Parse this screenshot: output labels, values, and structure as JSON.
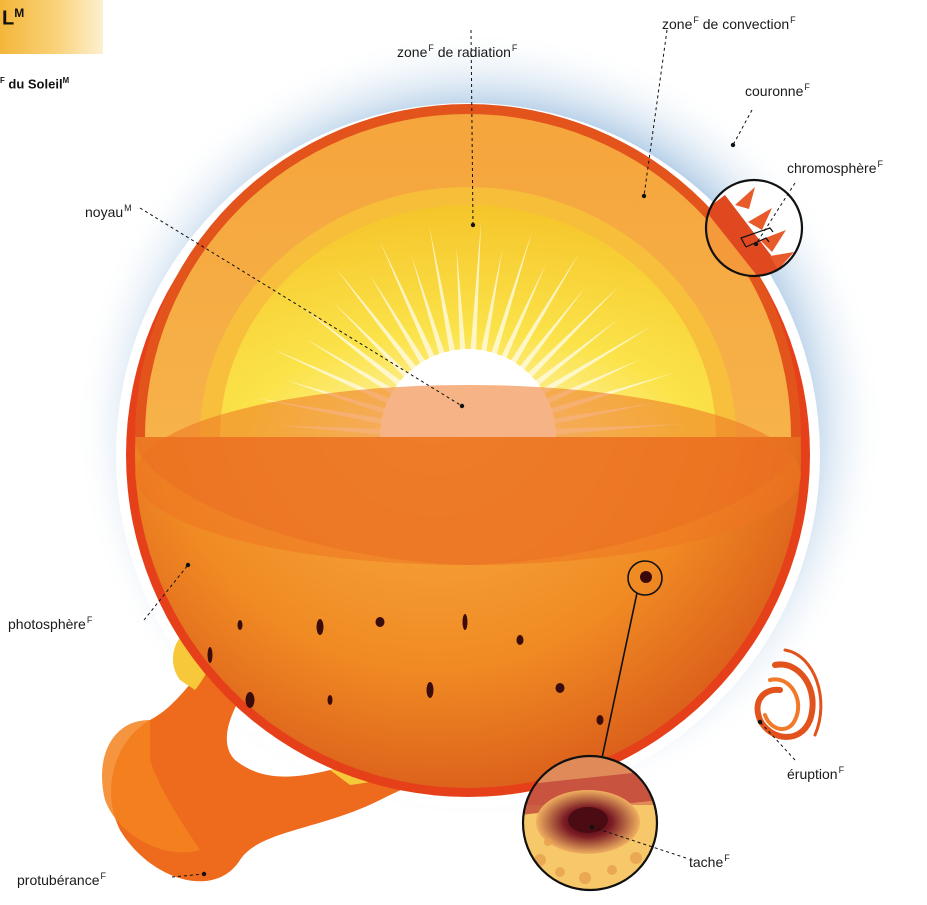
{
  "header": {
    "title": "L",
    "title_gender": "M"
  },
  "subtitle": {
    "prefix": "F",
    "text": "du Soleil",
    "gender": "M"
  },
  "colors": {
    "corona": "#9cbfe0",
    "surface": "#f07e1c",
    "core": "#ffffff",
    "radiation_zone": "#f6d12e",
    "convection_zone": "#f6a43a",
    "chromosphere": "#e2401c",
    "sunspot": "#5a1010",
    "prominence": "#ef6a1a"
  },
  "labels": {
    "radiation_zone": {
      "text": "zone",
      "gender": "F",
      "suffix": "de radiation",
      "suffix_gender": "F"
    },
    "convection_zone": {
      "text": "zone",
      "gender": "F",
      "suffix": "de convection",
      "suffix_gender": "F"
    },
    "corona": {
      "text": "couronne",
      "gender": "F"
    },
    "chromosphere": {
      "text": "chromosphère",
      "gender": "F"
    },
    "core": {
      "text": "noyau",
      "gender": "M"
    },
    "photosphere": {
      "text": "photosphère",
      "gender": "F"
    },
    "eruption": {
      "text": "éruption",
      "gender": "F"
    },
    "sunspot": {
      "text": "tache",
      "gender": "F"
    },
    "prominence": {
      "text": "protubérance",
      "gender": "F"
    }
  }
}
